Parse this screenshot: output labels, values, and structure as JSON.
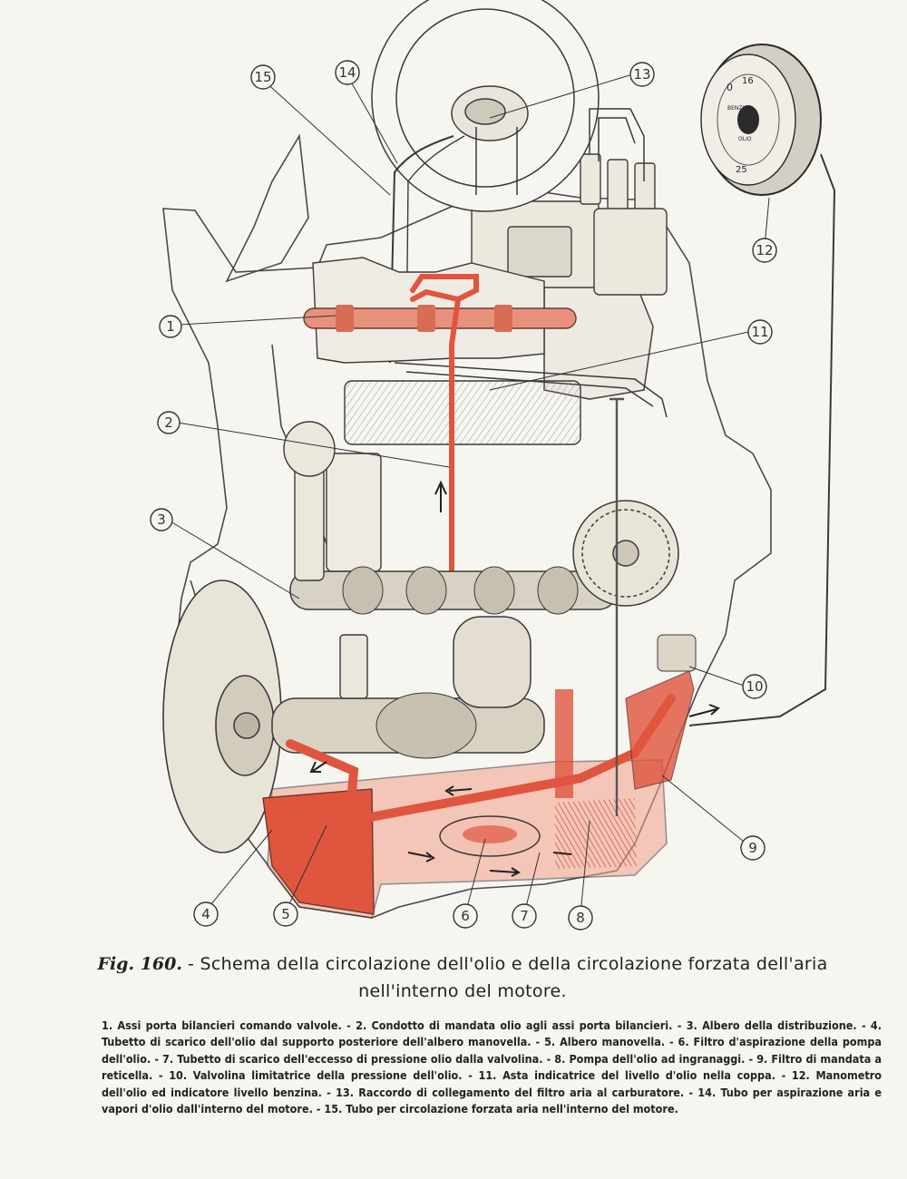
{
  "figure": {
    "label": "Fig. 160.",
    "title_line1": "- Schema della circolazione dell'olio e della circolazione forzata dell'aria",
    "title_line2": "nell'interno del motore."
  },
  "gauge": {
    "marks": [
      "0",
      "16",
      "25",
      "BENZINA",
      "OLIO"
    ]
  },
  "callouts": [
    "1",
    "2",
    "3",
    "4",
    "5",
    "6",
    "7",
    "8",
    "9",
    "10",
    "11",
    "12",
    "13",
    "14",
    "15"
  ],
  "legend": [
    "1. Assi porta bilancieri comando valvole.",
    "- 2. Condotto di mandata olio agli assi porta bilancieri.",
    "- 3. Albero della distribuzione.",
    "- 4. Tubetto di scarico dell'olio dal supporto posteriore dell'albero manovella.",
    "- 5. Albero manovella.",
    "- 6. Filtro d'aspirazione della pompa dell'olio.",
    "- 7. Tubetto di scarico dell'eccesso di pressione olio dalla valvolina.",
    "- 8. Pompa dell'olio ad ingranaggi.",
    "- 9. Filtro di mandata a reticella.",
    "- 10. Valvolina limitatrice della pressione dell'olio.",
    "- 11. Asta indicatrice del livello d'olio nella coppa.",
    "- 12. Manometro dell'olio ed indicatore livello benzina.",
    "- 13. Raccordo di collegamento del filtro aria al carburatore.",
    "- 14. Tubo per aspirazione aria e vapori d'olio dall'interno del motore.",
    "- 15. Tubo per circolazione forzata aria nell'interno del motore."
  ],
  "colors": {
    "oil": "#e0553d",
    "oil_light": "#f1a18c",
    "ink": "#2a2a2a",
    "paper": "#f7f5f0"
  }
}
